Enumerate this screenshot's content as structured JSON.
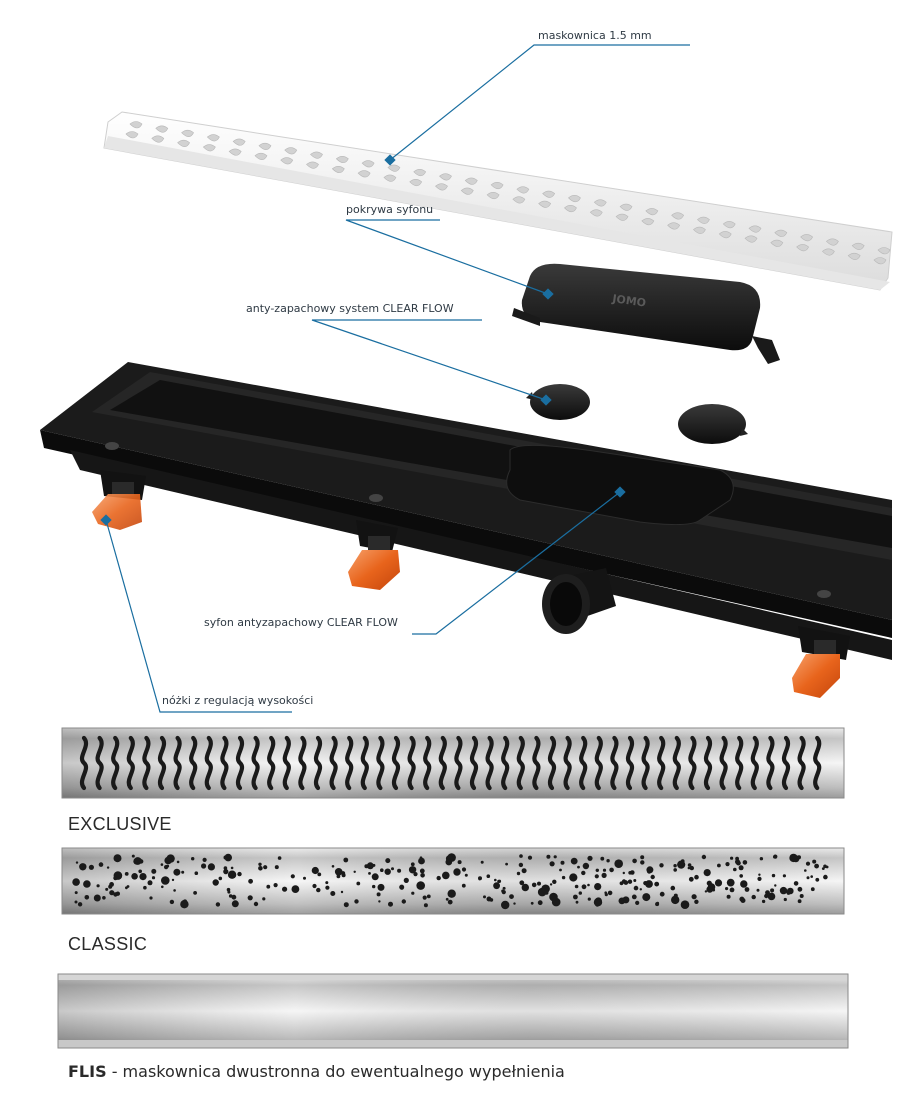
{
  "callouts": {
    "grate": "maskownica 1.5 mm",
    "trap_cover": "pokrywa syfonu",
    "clear_flow_system": "anty-zapachowy system CLEAR FLOW",
    "siphon": "syfon antyzapachowy CLEAR FLOW",
    "feet": "nóżki z regulacją wysokości"
  },
  "cover_brand": "JOMO",
  "variants": {
    "exclusive": "EXCLUSIVE",
    "classic": "CLASSIC",
    "flis_name": "FLIS",
    "flis_description": " - maskownica dwustronna do ewentualnego wypełnienia"
  },
  "colors": {
    "callout_line": "#1a6ea0",
    "callout_dot": "#1a6ea0",
    "channel": "#141414",
    "feet": "#e8641c",
    "steel_light": "#f2f2f2",
    "steel_dark": "#9a9a9a"
  }
}
